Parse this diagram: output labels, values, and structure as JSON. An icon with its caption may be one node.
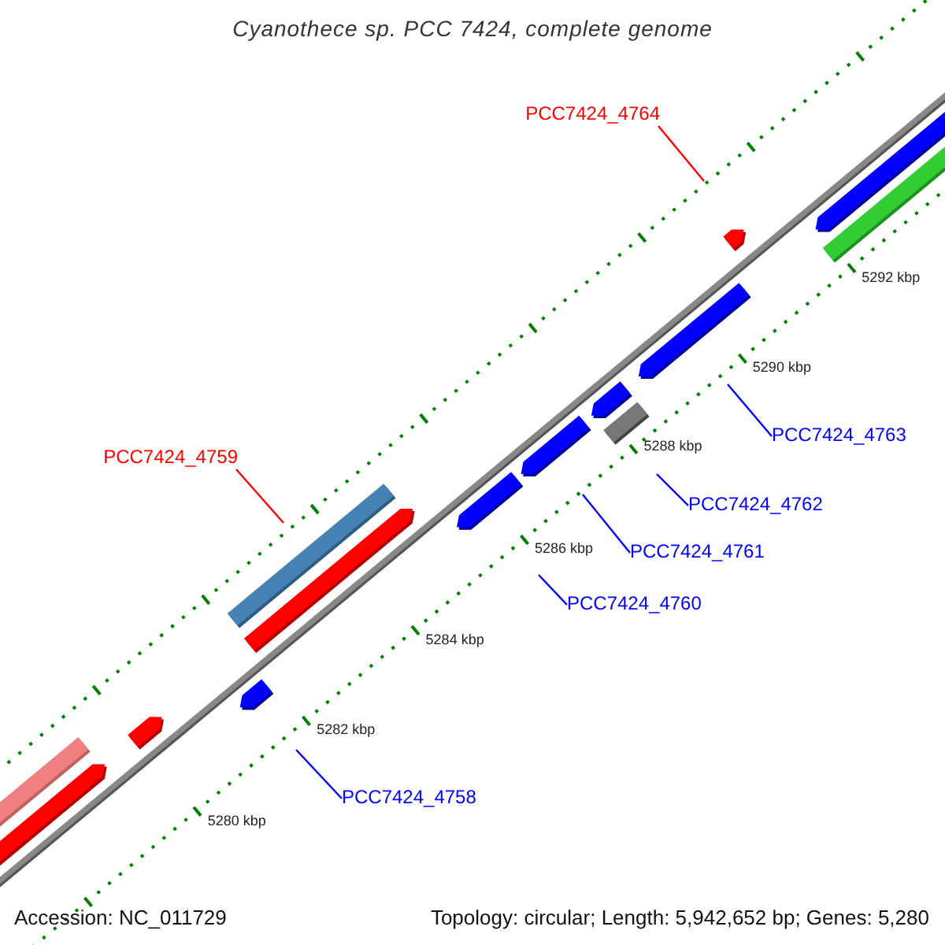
{
  "diagram": {
    "title": "Cyanothece sp. PCC 7424, complete genome",
    "nodes": [
      {
        "text": [
          "PCC7424_4764"
        ]
      },
      {
        "text": [
          "PCC7424_4759"
        ]
      },
      {
        "text": [
          "PCC7424_4763"
        ]
      },
      {
        "text": [
          "PCC7424_4762"
        ]
      },
      {
        "text": [
          "PCC7424_4761"
        ]
      },
      {
        "text": [
          "PCC7424_4760"
        ]
      },
      {
        "text": [
          "PCC7424_4758"
        ]
      }
    ],
    "edges": [
      {
        "from": 0,
        "to": null,
        "arrow": "none",
        "color": "#ff0000"
      },
      {
        "from": 1,
        "to": null,
        "arrow": "none",
        "color": "#ff0000"
      },
      {
        "from": 2,
        "to": null,
        "arrow": "none"
      },
      {
        "from": 3,
        "to": null,
        "arrow": "none"
      },
      {
        "from": 4,
        "to": null,
        "arrow": "none"
      },
      {
        "from": 5,
        "to": null,
        "arrow": "none"
      },
      {
        "from": 6,
        "to": null,
        "arrow": "none"
      }
    ],
    "labels": [
      "5292 kbp",
      "5290 kbp",
      "5288 kbp",
      "5286 kbp",
      "5284 kbp",
      "5282 kbp",
      "5280 kbp",
      "Accession: NC_011729",
      "Topology: circular; Length: 5,942,652 bp; Genes: 5,280"
    ]
  }
}
